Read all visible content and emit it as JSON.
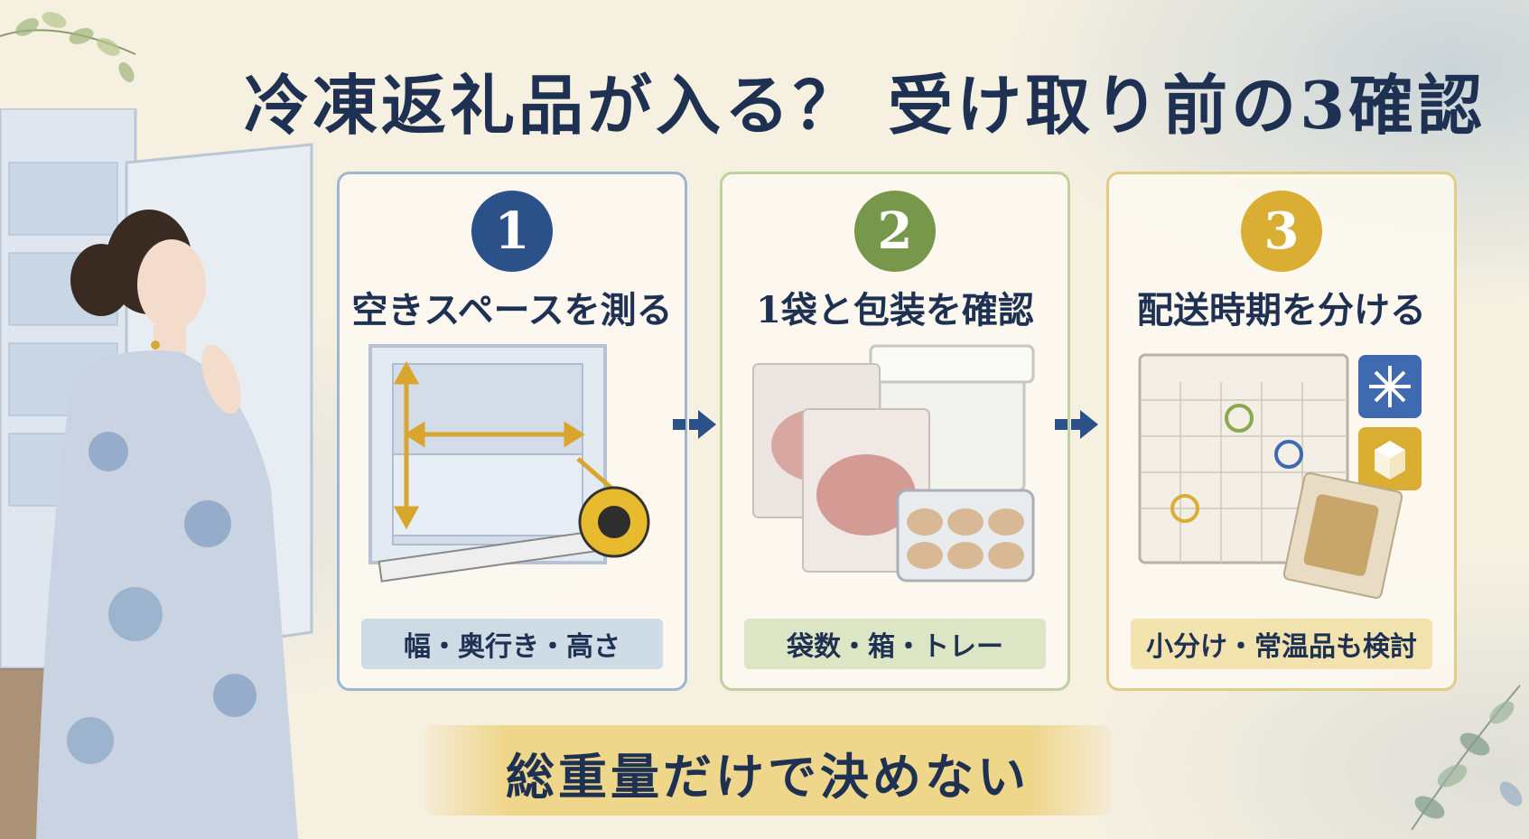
{
  "title": "冷凍返礼品が入る？ 受け取り前の3確認",
  "steps": [
    {
      "number": "1",
      "title": "空きスペースを測る",
      "note": "幅・奥行き・高さ"
    },
    {
      "number": "2",
      "title": "1袋と包装を確認",
      "note": "袋数・箱・トレー"
    },
    {
      "number": "3",
      "title": "配送時期を分ける",
      "note": "小分け・常温品も検討"
    }
  ],
  "conclusion": "総重量だけで決めない",
  "colors": {
    "navy": "#1f3152",
    "step1": "#2c5189",
    "step2": "#77974a",
    "step3": "#d9ae33",
    "paper": "#f6f0e1"
  },
  "icons": [
    "freezer-illustration",
    "woman-in-kimono-illustration",
    "tape-measure-icon",
    "meat-bag-icon",
    "foam-box-icon",
    "tray-icon",
    "calendar-icon",
    "snowflake-icon",
    "box-icon",
    "arrow-right-icon",
    "leaf-icon"
  ]
}
